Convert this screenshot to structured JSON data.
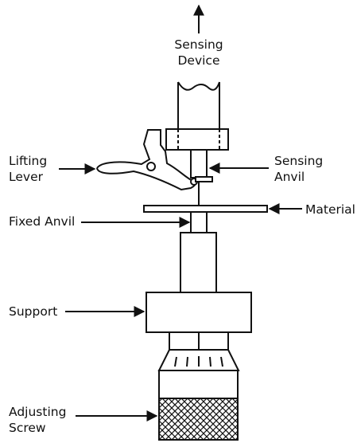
{
  "labels": {
    "sensing_device": [
      "Sensing",
      "Device"
    ],
    "lifting_lever": [
      "Lifting",
      "Lever"
    ],
    "sensing_anvil": [
      "Sensing",
      "Anvil"
    ],
    "material": "Material",
    "fixed_anvil": "Fixed Anvil",
    "support": "Support",
    "adjusting_screw": [
      "Adjusting",
      "Screw"
    ]
  },
  "colors": {
    "line": "#111111",
    "background": "#ffffff"
  }
}
